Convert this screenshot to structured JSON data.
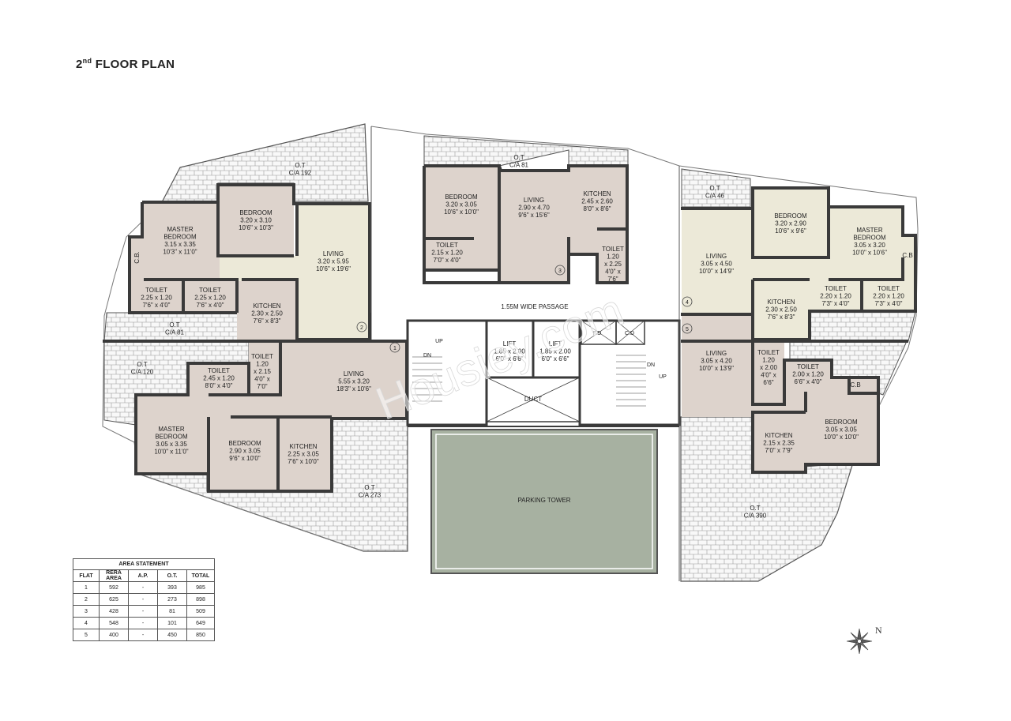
{
  "title": {
    "main": "2",
    "sup": "nd",
    "rest": " FLOOR PLAN"
  },
  "rooms": [
    {
      "name": "O.T",
      "area": "C/A 192",
      "lines": []
    },
    {
      "name": "MASTER",
      "name2": "BEDROOM",
      "lines": [
        "3.15 x 3.35",
        "10'3\" x 11'0\""
      ]
    },
    {
      "name": "BEDROOM",
      "lines": [
        "3.20 x 3.10",
        "10'6\" x 10'3\""
      ]
    },
    {
      "name": "LIVING",
      "lines": [
        "3.20 x 5.95",
        "10'6\" x 19'6\""
      ]
    },
    {
      "name": "C.B.",
      "lines": []
    },
    {
      "name": "TOILET",
      "lines": [
        "2.25 x 1.20",
        "7'6\" x 4'0\""
      ]
    },
    {
      "name": "TOILET",
      "lines": [
        "2.25 x 1.20",
        "7'6\" x 4'0\""
      ]
    },
    {
      "name": "KITCHEN",
      "lines": [
        "2.30 x 2.50",
        "7'6\" x 8'3\""
      ]
    },
    {
      "name": "O.T",
      "area": "C/A 81",
      "lines": []
    },
    {
      "name": "O.T",
      "area": "C/A 120",
      "lines": []
    },
    {
      "name": "TOILET",
      "lines": [
        "2.45 x 1.20",
        "8'0\" x 4'0\""
      ]
    },
    {
      "name": "TOILET",
      "lines": [
        "1.20",
        "x 2.15",
        "4'0\" x",
        "7'0\""
      ]
    },
    {
      "name": "LIVING",
      "lines": [
        "5.55 x 3.20",
        "18'3\" x 10'6\""
      ]
    },
    {
      "name": "MASTER",
      "name2": "BEDROOM",
      "lines": [
        "3.05 x 3.35",
        "10'0\" x 11'0\""
      ]
    },
    {
      "name": "BEDROOM",
      "lines": [
        "2.90 x 3.05",
        "9'6\" x 10'0\""
      ]
    },
    {
      "name": "KITCHEN",
      "lines": [
        "2.25 x 3.05",
        "7'6\" x 10'0\""
      ]
    },
    {
      "name": "O.T",
      "area": "C/A 273",
      "lines": []
    },
    {
      "name": "O.T",
      "area": "C/A 81",
      "lines": []
    },
    {
      "name": "BEDROOM",
      "lines": [
        "3.20 x 3.05",
        "10'6\" x 10'0\""
      ]
    },
    {
      "name": "LIVING",
      "lines": [
        "2.90 x 4.70",
        "9'6\" x 15'6\""
      ]
    },
    {
      "name": "KITCHEN",
      "lines": [
        "2.45 x 2.60",
        "8'0\" x 8'6\""
      ]
    },
    {
      "name": "TOILET",
      "lines": [
        "2.15 x 1.20",
        "7'0\" x 4'0\""
      ]
    },
    {
      "name": "TOILET",
      "lines": [
        "1.20",
        "x 2.25",
        "4'0\" x",
        "7'6\""
      ]
    },
    {
      "name": "1.55M WIDE PASSAGE",
      "lines": []
    },
    {
      "name": "LIFT",
      "lines": [
        "1.85 x 2.00",
        "6'0\" x 6'6\""
      ]
    },
    {
      "name": "LIFT",
      "lines": [
        "1.85 x 2.00",
        "6'0\" x 6'6\""
      ]
    },
    {
      "name": "DUCT",
      "lines": []
    },
    {
      "name": "PARKING TOWER",
      "lines": []
    },
    {
      "name": "O.T",
      "area": "C/A 46",
      "lines": []
    },
    {
      "name": "BEDROOM",
      "lines": [
        "3.20 x 2.90",
        "10'6\" x 9'6\""
      ]
    },
    {
      "name": "MASTER",
      "name2": "BEDROOM",
      "lines": [
        "3.05 x 3.20",
        "10'0\" x 10'6\""
      ]
    },
    {
      "name": "LIVING",
      "lines": [
        "3.05 x 4.50",
        "10'0\" x 14'9\""
      ]
    },
    {
      "name": "C.B",
      "lines": []
    },
    {
      "name": "KITCHEN",
      "lines": [
        "2.30 x 2.50",
        "7'6\" x 8'3\""
      ]
    },
    {
      "name": "TOILET",
      "lines": [
        "2.20 x 1.20",
        "7'3\" x 4'0\""
      ]
    },
    {
      "name": "TOILET",
      "lines": [
        "2.20 x 1.20",
        "7'3\" x 4'0\""
      ]
    },
    {
      "name": "LIVING",
      "lines": [
        "3.05 x 4.20",
        "10'0\" x 13'9\""
      ]
    },
    {
      "name": "TOILET",
      "lines": [
        "1.20",
        "x 2.00",
        "4'0\" x",
        "6'6\""
      ]
    },
    {
      "name": "TOILET",
      "lines": [
        "2.00 x 1.20",
        "6'6\" x 4'0\""
      ]
    },
    {
      "name": "C.B",
      "lines": []
    },
    {
      "name": "BEDROOM",
      "lines": [
        "3.05 x 3.05",
        "10'0\" x 10'0\""
      ]
    },
    {
      "name": "KITCHEN",
      "lines": [
        "2.15 x 2.35",
        "7'0\" x 7'9\""
      ]
    },
    {
      "name": "O.T",
      "area": "C/A 390",
      "lines": []
    }
  ],
  "stair_labels": [
    "UP",
    "DN",
    "DN",
    "UP"
  ],
  "shaft_labels": [
    "F.D",
    "C.D"
  ],
  "flat_markers": [
    "1",
    "2",
    "3",
    "4",
    "5"
  ],
  "area_statement": {
    "caption": "AREA STATEMENT",
    "headers": [
      "FLAT",
      "RERA AREA",
      "A.P.",
      "O.T.",
      "TOTAL"
    ],
    "rows": [
      [
        "1",
        "592",
        "-",
        "393",
        "985"
      ],
      [
        "2",
        "625",
        "-",
        "273",
        "898"
      ],
      [
        "3",
        "428",
        "-",
        "81",
        "509"
      ],
      [
        "4",
        "548",
        "-",
        "101",
        "649"
      ],
      [
        "5",
        "400",
        "-",
        "450",
        "850"
      ]
    ]
  },
  "compass": {
    "label": "N"
  },
  "watermark": "Housiey.com",
  "colors": {
    "wall": "#3a3a3a",
    "living": "#ece9d8",
    "room": "#ddd3cc",
    "terrace": "#f7f7f7",
    "parking": "#a7b1a1"
  }
}
